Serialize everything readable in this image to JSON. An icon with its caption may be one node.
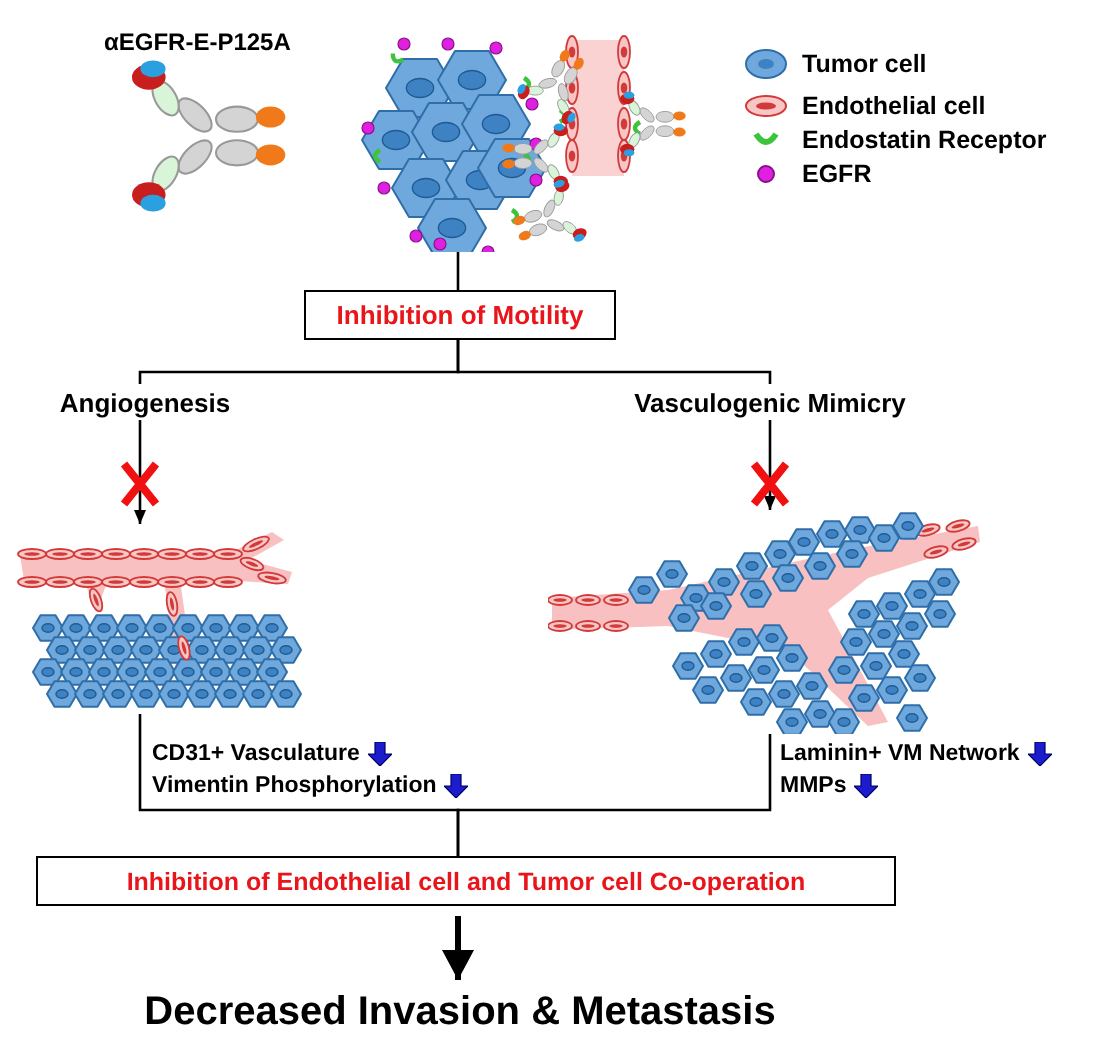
{
  "diagram": {
    "nodes": [
      {
        "text": [],
        "shape": "picture"
      },
      {
        "text": [
          "Inhibition of Motility"
        ]
      },
      {
        "text": [
          "Angiogenesis"
        ]
      },
      {
        "text": [
          "Vasculogenic Mimicry"
        ]
      },
      {
        "text": [],
        "shape": "picture"
      },
      {
        "text": [],
        "shape": "picture"
      },
      {
        "text": [
          "Inhibition of Endothelial cell and Tumor cell Co-operation"
        ]
      },
      {
        "text": [
          "Decreased Invasion & Metastasis"
        ]
      }
    ],
    "edges": [
      {
        "from": 0,
        "to": 1,
        "arrow": "none"
      },
      {
        "from": 1,
        "to": 2,
        "arrow": "none"
      },
      {
        "from": 1,
        "to": 3,
        "arrow": "none"
      },
      {
        "from": 2,
        "to": 4,
        "arrow": "to"
      },
      {
        "from": 3,
        "to": 5,
        "arrow": "to"
      },
      {
        "from": 4,
        "to": 6,
        "arrow": "none"
      },
      {
        "from": 5,
        "to": 6,
        "arrow": "none"
      },
      {
        "from": 6,
        "to": 7,
        "arrow": "to",
        "style": "thick"
      }
    ],
    "labels": [
      "αEGFR-E-P125A",
      "CD31+ Vasculature",
      "Vimentin Phosphorylation",
      "Laminin+ VM Network",
      "MMPs"
    ],
    "legend": [
      {
        "text": "Tumor cell"
      },
      {
        "text": "Endothelial cell"
      },
      {
        "text": "Endostatin Receptor"
      },
      {
        "text": "EGFR"
      }
    ]
  }
}
